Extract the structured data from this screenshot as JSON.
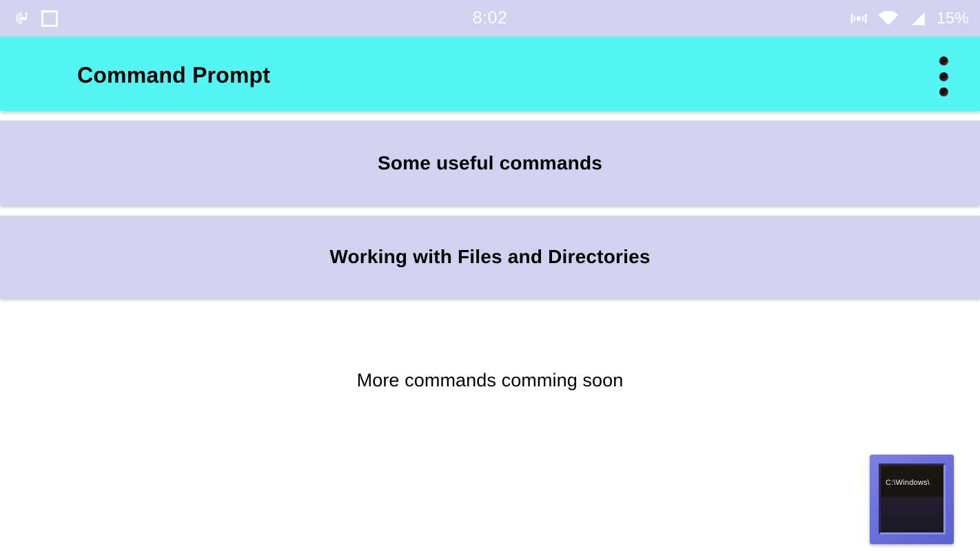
{
  "status_bar": {
    "background": "#d2d1f0",
    "foreground": "#ffffff",
    "clock": "8:02",
    "battery_percent": "15%",
    "left_icons": [
      {
        "name": "music-note-icon",
        "label": "music"
      },
      {
        "name": "square-outline-icon",
        "label": "square"
      }
    ],
    "right_icons": [
      {
        "name": "vibrate-icon",
        "label": "vibrate"
      },
      {
        "name": "wifi-icon",
        "label": "wifi"
      },
      {
        "name": "cellular-signal-icon",
        "label": "signal"
      }
    ]
  },
  "app_bar": {
    "title": "Command Prompt",
    "background": "#55f5f5",
    "title_color": "#000000",
    "overflow_menu_label": "More options"
  },
  "main": {
    "background": "#ffffff",
    "card_background": "#d2d1f0",
    "cards": [
      {
        "label": "Some useful commands"
      },
      {
        "label": "Working with Files and Directories"
      }
    ],
    "footer_note": "More commands comming soon"
  },
  "cmd_icon": {
    "name": "command-prompt-icon",
    "screen_text": "C:\\Windows\\",
    "frame_color": "#6b72dc"
  }
}
